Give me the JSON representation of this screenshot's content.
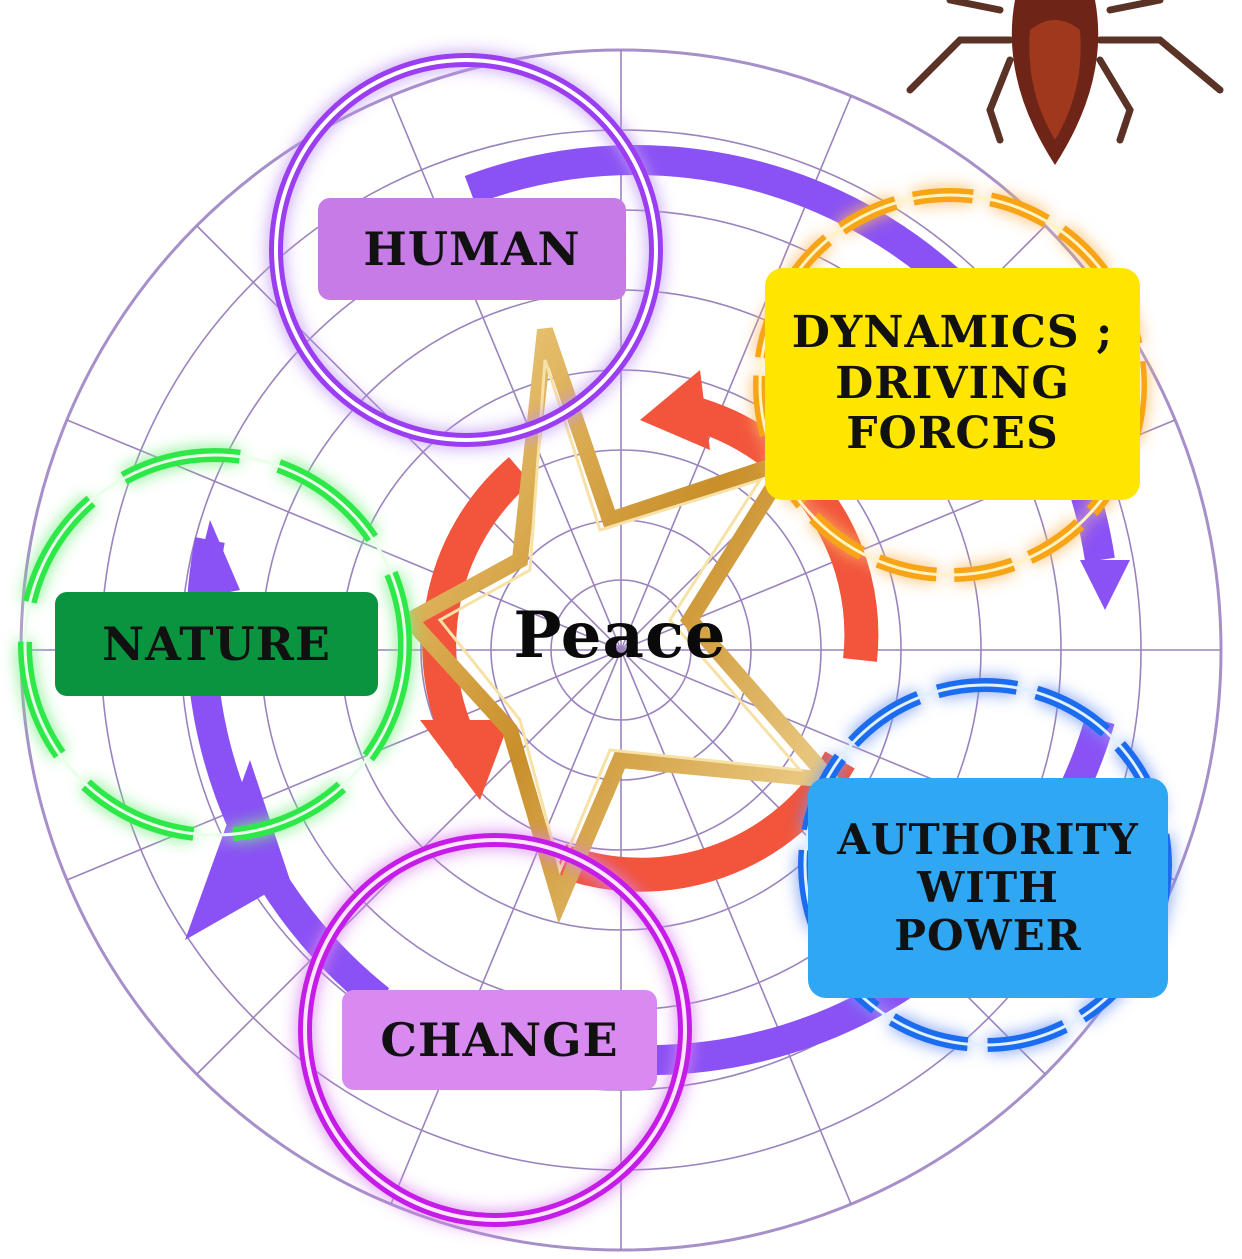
{
  "center": {
    "label": "Peace"
  },
  "nodes": {
    "human": {
      "label": "HUMAN",
      "color": "#c77be6",
      "ring": "#9b3df0"
    },
    "dynamics": {
      "lines": [
        "DYNAMICS ;",
        "DRIVING",
        "FORCES"
      ],
      "color": "#ffe600",
      "ring": "#f7a516"
    },
    "nature": {
      "label": "NATURE",
      "color": "#0b9440",
      "ring": "#2ee84a"
    },
    "authority": {
      "lines": [
        "AUTHORITY",
        "WITH",
        "POWER"
      ],
      "color": "#2fa7f2",
      "ring": "#1e6cf0"
    },
    "change": {
      "label": "CHANGE",
      "color": "#d88af0",
      "ring": "#c51ee8"
    }
  },
  "colors": {
    "outer_cycle": "#8a52f5",
    "inner_cycle": "#f2553c",
    "star": "#d9a640",
    "web": "#7a5aa8"
  }
}
